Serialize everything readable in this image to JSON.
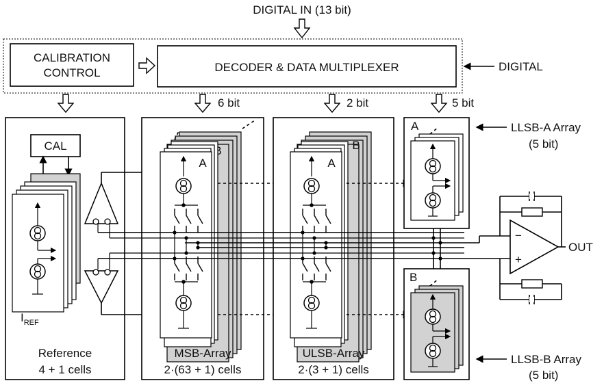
{
  "header": {
    "input": "DIGITAL IN (13 bit)"
  },
  "digital": {
    "calibration_line1": "CALIBRATION",
    "calibration_line2": "CONTROL",
    "decoder": "DECODER & DATA MULTIPLEXER",
    "side_label": "DIGITAL"
  },
  "buses": {
    "msb": "6 bit",
    "ulsb": "2 bit",
    "llsb": "5 bit"
  },
  "blocks": {
    "reference": {
      "cal": "CAL",
      "iref": "I",
      "iref_sub": "REF",
      "line1": "Reference",
      "line2": "4 + 1 cells"
    },
    "msb": {
      "line1": "MSB-Array",
      "line2": "2·(63 + 1) cells",
      "tag_a": "A",
      "tag_b": "B"
    },
    "ulsb": {
      "line1": "ULSB-Array",
      "line2": "2·(3 + 1) cells",
      "tag_a": "A",
      "tag_b": "B"
    },
    "llsb_a": {
      "tag": "A",
      "line1": "LLSB-A Array",
      "line2": "(5 bit)"
    },
    "llsb_b": {
      "tag": "B",
      "line1": "LLSB-B Array",
      "line2": "(5 bit)"
    }
  },
  "output": {
    "minus": "−",
    "plus": "+",
    "label": "OUT"
  }
}
